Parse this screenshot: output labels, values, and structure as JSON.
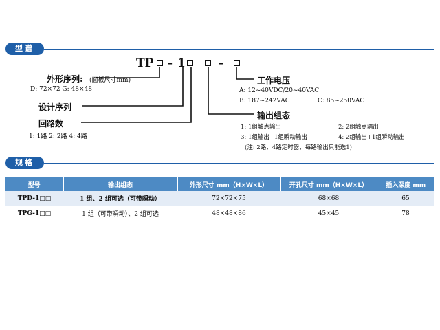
{
  "sections": {
    "model_spec_title": "型谱",
    "spec_title": "规格"
  },
  "model_code": {
    "prefix": "TP",
    "dash1": "-",
    "digit": "1",
    "dash2": "-"
  },
  "legend": {
    "shape_size_label": "外形序列:",
    "shape_size_note": "(面板尺寸mm)",
    "shape_size_values": "D: 72×72  G: 48×48",
    "design_series_label": "设计序列",
    "circuit_count_label": "回路数",
    "circuit_count_values": "1: 1路   2: 2路   4: 4路",
    "voltage_label": "工作电压",
    "voltage_a": "A: 12~40VDC/20~40VAC",
    "voltage_b": "B: 187~242VAC",
    "voltage_c": "C: 85~250VAC",
    "output_label": "输出组态",
    "output_1": "1: 1组触点输出",
    "output_2": "2: 2组触点输出",
    "output_3": "3: 1组输出+1组瞬动输出",
    "output_4": "4: 2组输出+1组瞬动输出",
    "output_note": "(注: 2路、4路定时器，每路输出只能选1)"
  },
  "table": {
    "headers": [
      "型号",
      "输出组态",
      "外形尺寸 mm（H×W×L）",
      "开孔尺寸 mm（H×W×L）",
      "插入深度 mm"
    ],
    "rows": [
      [
        "TPD-1□□",
        "1 组、2 组可选（可带瞬动）",
        "72×72×75",
        "68×68",
        "65"
      ],
      [
        "TPG-1□□",
        "1 组（可带瞬动）、2 组可选",
        "48×48×86",
        "45×45",
        "78"
      ]
    ]
  },
  "colors": {
    "accent": "#1f5fa8",
    "header_bg": "#4d8ac4",
    "row_alt": "#e4ecf6"
  }
}
